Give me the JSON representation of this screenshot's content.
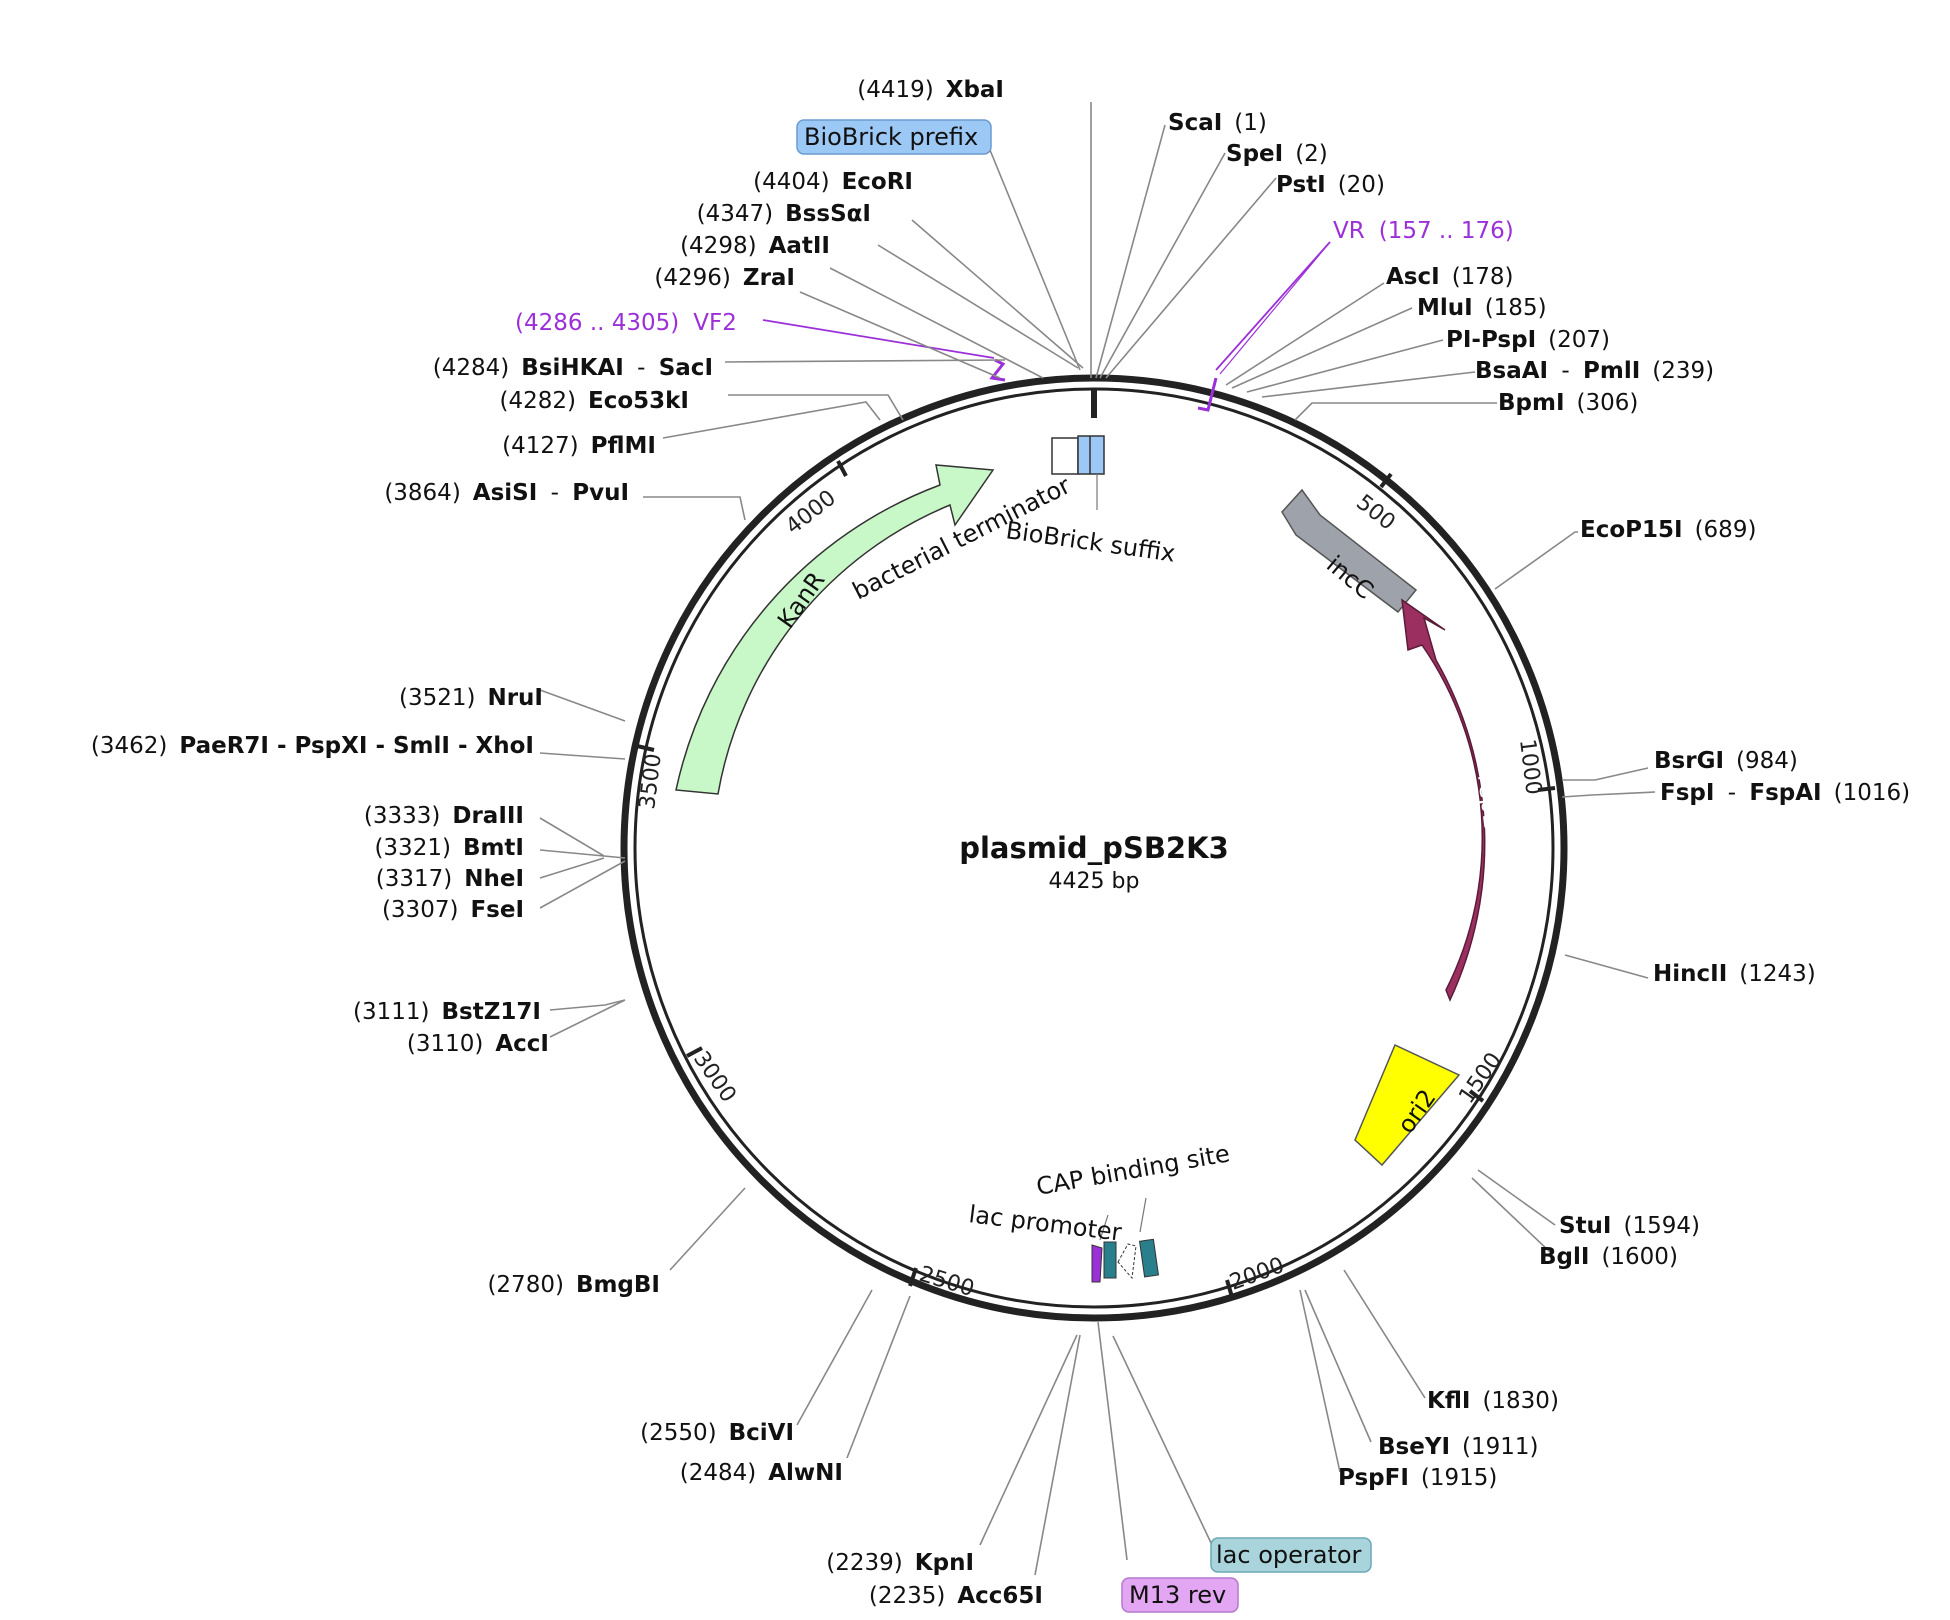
{
  "plasmid": {
    "name": "plasmid_pSB2K3",
    "length_label": "4425 bp",
    "length": 4425
  },
  "ticks": [
    "500",
    "1000",
    "1500",
    "2000",
    "2500",
    "3000",
    "3500",
    "4000"
  ],
  "features": [
    {
      "id": "incC",
      "label": "incC",
      "color": "#9ea3ab"
    },
    {
      "id": "repE",
      "label": "repE",
      "color": "#9b3060"
    },
    {
      "id": "ori2",
      "label": "ori2",
      "color": "#ffff00"
    },
    {
      "id": "KanR",
      "label": "KanR",
      "color": "#c8f7c8"
    }
  ],
  "small_features": {
    "bacterial_terminator": "bacterial terminator",
    "biobrick_suffix": "BioBrick suffix",
    "cap_binding_site": "CAP binding site",
    "lac_promoter": "lac promoter"
  },
  "boxed_labels": {
    "biobrick_prefix": "BioBrick prefix",
    "lac_operator": "lac operator",
    "m13_rev": "M13 rev"
  },
  "colors": {
    "biobrick": "#9cc8f5",
    "lac_operator_box": "#a9d4dc",
    "m13_box": "#e3a6f2",
    "primer": "#9b30d9",
    "lac_element": "#2a7f8c"
  },
  "sites": [
    {
      "pos": "(4419)",
      "name": "XbaI"
    },
    {
      "pos": "(4404)",
      "name": "EcoRI"
    },
    {
      "pos": "(4347)",
      "name": "BssSαI"
    },
    {
      "pos": "(4298)",
      "name": "AatII"
    },
    {
      "pos": "(4296)",
      "name": "ZraI"
    },
    {
      "pos": "(4284)",
      "name": "BsiHKAI",
      "name2": "SacI"
    },
    {
      "pos": "(4282)",
      "name": "Eco53kI"
    },
    {
      "pos": "(4127)",
      "name": "PflMI"
    },
    {
      "pos": "(3864)",
      "name": "AsiSI",
      "name2": "PvuI"
    },
    {
      "pos": "(3521)",
      "name": "NruI"
    },
    {
      "pos": "(3462)",
      "name": "PaeR7I - PspXI - SmlI - XhoI"
    },
    {
      "pos": "(3333)",
      "name": "DraIII"
    },
    {
      "pos": "(3321)",
      "name": "BmtI"
    },
    {
      "pos": "(3317)",
      "name": "NheI"
    },
    {
      "pos": "(3307)",
      "name": "FseI"
    },
    {
      "pos": "(3111)",
      "name": "BstZ17I"
    },
    {
      "pos": "(3110)",
      "name": "AccI"
    },
    {
      "pos": "(2780)",
      "name": "BmgBI"
    },
    {
      "pos": "(2550)",
      "name": "BciVI"
    },
    {
      "pos": "(2484)",
      "name": "AlwNI"
    },
    {
      "pos": "(2239)",
      "name": "KpnI"
    },
    {
      "pos": "(2235)",
      "name": "Acc65I"
    },
    {
      "pos": "(1)",
      "name": "ScaI"
    },
    {
      "pos": "(2)",
      "name": "SpeI"
    },
    {
      "pos": "(20)",
      "name": "PstI"
    },
    {
      "pos": "(178)",
      "name": "AscI"
    },
    {
      "pos": "(185)",
      "name": "MluI"
    },
    {
      "pos": "(207)",
      "name": "PI-PspI"
    },
    {
      "pos": "(239)",
      "name": "BsaAI",
      "name2": "PmlI"
    },
    {
      "pos": "(306)",
      "name": "BpmI"
    },
    {
      "pos": "(689)",
      "name": "EcoP15I"
    },
    {
      "pos": "(984)",
      "name": "BsrGI"
    },
    {
      "pos": "(1016)",
      "name": "FspI",
      "name2": "FspAI"
    },
    {
      "pos": "(1243)",
      "name": "HincII"
    },
    {
      "pos": "(1594)",
      "name": "StuI"
    },
    {
      "pos": "(1600)",
      "name": "BglI"
    },
    {
      "pos": "(1830)",
      "name": "KflI"
    },
    {
      "pos": "(1911)",
      "name": "BseYI"
    },
    {
      "pos": "(1915)",
      "name": "PspFI"
    }
  ],
  "primers": [
    {
      "range": "(157 .. 176)",
      "name": "VR"
    },
    {
      "range": "(4286 .. 4305)",
      "name": "VF2"
    }
  ]
}
